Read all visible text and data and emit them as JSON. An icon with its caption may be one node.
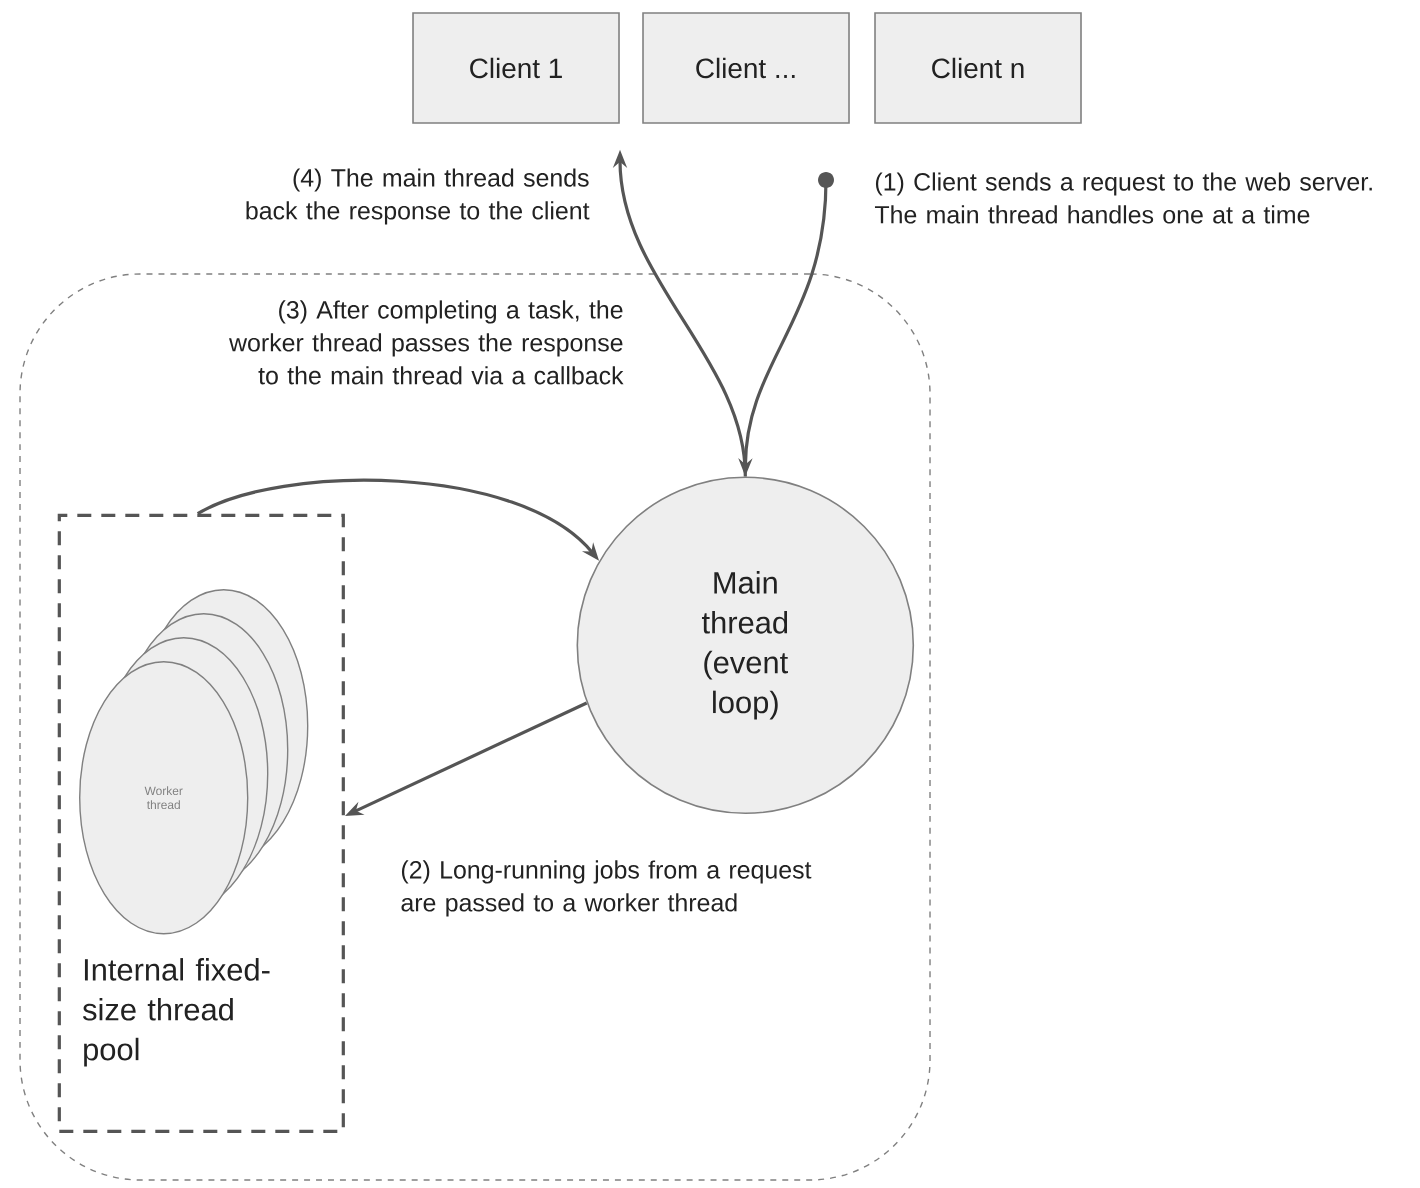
{
  "diagram": {
    "nodes": [
      {
        "text": [
          "Client 1"
        ]
      },
      {
        "text": [
          "Client ..."
        ]
      },
      {
        "text": [
          "Client n"
        ]
      },
      {
        "text": [],
        "shape": "box"
      },
      {
        "text": [
          "Internal fixed-size thread pool"
        ],
        "in": 3
      },
      {
        "text": [
          "Worker thread"
        ],
        "in": 4
      },
      {
        "text": [
          "Main thread (event loop)"
        ],
        "in": 3
      }
    ],
    "edges": [
      {
        "from": null,
        "to": 6,
        "arrow": "to"
      },
      {
        "from": 6,
        "to": 0,
        "arrow": "to"
      },
      {
        "from": 4,
        "to": 6,
        "arrow": "to"
      },
      {
        "from": 6,
        "to": 4,
        "arrow": "to"
      }
    ],
    "labels": [
      "(4) The main thread sends back the response to the client",
      "(1) Client sends a request to the web server. The main thread handles one at a time",
      "(3) After completing a task, the worker thread passes the response to the main thread via a callback",
      "(2) Long-running jobs from a request are passed to a worker thread"
    ]
  }
}
